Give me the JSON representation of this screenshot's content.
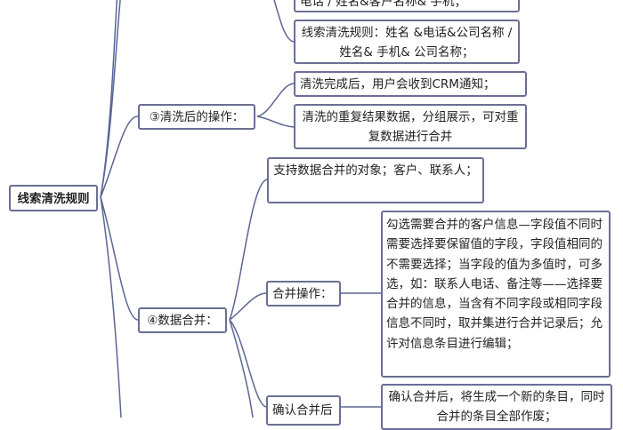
{
  "root": {
    "label": "线索清洗规则"
  },
  "branches": [
    {
      "label": "③清洗后的操作：",
      "children": [
        "清洗完成后，用户会收到CRM通知；",
        "清洗的重复结果数据，分组展示，可对重复数据进行合并"
      ]
    },
    {
      "label": "④数据合并：",
      "children": [
        {
          "label": "支持数据合并的对象；客户、联系人；"
        },
        {
          "label": "合并操作：",
          "detail": "勾选需要合并的客户信息—字段值不同时需要选择要保留值的字段，字段值相同的不需要选择；当字段的值为多值时，可多选，如：联系人电话、备注等——选择要合并的信息，当含有不同字段或相同字段信息不同时，取并集进行合并记录后；允许对信息条目进行编辑；"
        },
        {
          "label": "确认合并后",
          "detail": "确认合并后，将生成一个新的条目，同时合并的条目全部作废；"
        }
      ]
    }
  ],
  "top_nodes": [
    "电话 / 姓名&客户名称& 手机；",
    "线索清洗规则：姓名 &电话&公司名称 / 姓名& 手机& 公司名称；"
  ],
  "colors": {
    "line": "#5b6594",
    "border": "#6b6f94"
  }
}
